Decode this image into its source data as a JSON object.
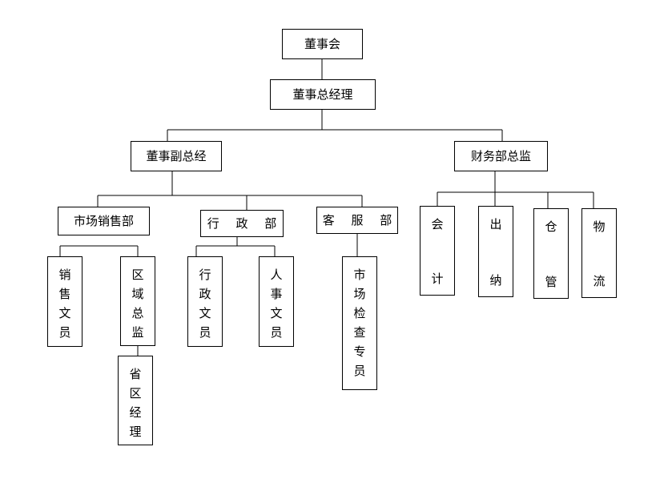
{
  "nodes": {
    "board": "董事会",
    "gm": "董事总经理",
    "vice_gm": "董事副总经",
    "finance_director": "财务部总监",
    "marketing": "市场销售部",
    "admin": "行 政 部",
    "service": "客 服 部",
    "sales_clerk": "销售文员",
    "regional_director": "区域总监",
    "province_manager": "省区经理",
    "admin_clerk": "行政文员",
    "hr_clerk": "人事文员",
    "market_inspector": "市场检查专员",
    "accounting": "会计",
    "cashier": "出纳",
    "warehouse": "仓管",
    "logistics": "物流"
  }
}
